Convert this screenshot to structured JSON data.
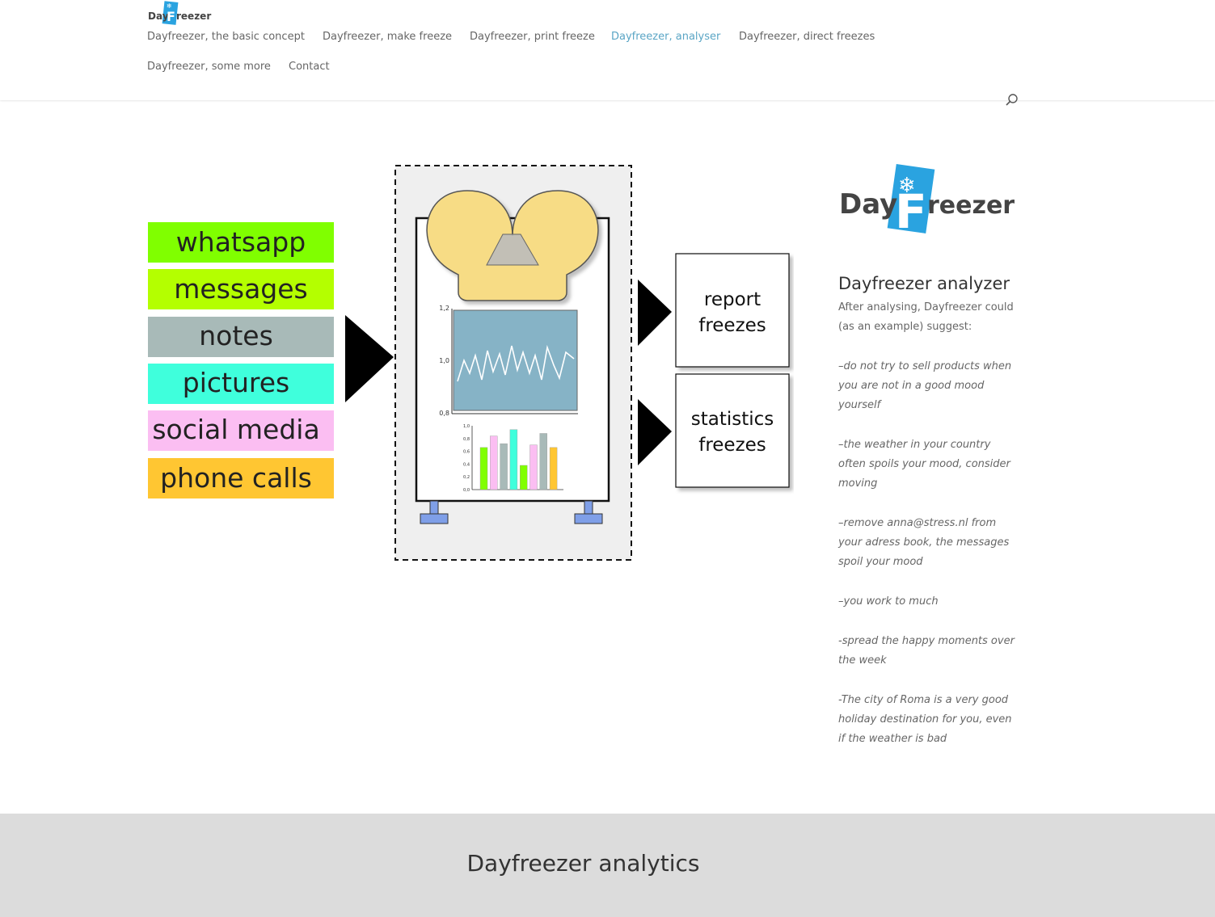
{
  "brand": {
    "logo_text_small": "DayFreezer",
    "logo_day": "Day",
    "logo_f": "F",
    "logo_rest": "reezer",
    "accent_blue": "#2aa3e0",
    "nav_active_color": "#5aa5c5"
  },
  "nav": {
    "items": [
      {
        "label": "Dayfreezer, the basic concept"
      },
      {
        "label": "Dayfreezer, make freeze"
      },
      {
        "label": "Dayfreezer, print freeze"
      },
      {
        "label": "Dayfreezer, analyser"
      },
      {
        "label": "Dayfreezer, direct freezes"
      },
      {
        "label": "Dayfreezer, some more"
      },
      {
        "label": "Contact"
      }
    ],
    "active_index": 3
  },
  "search": {
    "icon": "search-icon"
  },
  "diagram": {
    "sources": [
      {
        "label": "whatsapp",
        "color": "#80ff00"
      },
      {
        "label": "messages",
        "color": "#b4ff00"
      },
      {
        "label": "notes",
        "color": "#a8bab8"
      },
      {
        "label": "pictures",
        "color": "#3fffdc"
      },
      {
        "label": "social media",
        "color": "#fbbef2"
      },
      {
        "label": "phone calls",
        "color": "#ffc632"
      }
    ],
    "outputs": [
      {
        "line1": "report",
        "line2": "freezes"
      },
      {
        "line1": "statistics",
        "line2": "freezes"
      }
    ],
    "line_chart_ticks": [
      "1,2",
      "1,0",
      "0,8"
    ],
    "bar_chart_ticks": [
      "1,0",
      "0,8",
      "0,6",
      "0,4",
      "0,2",
      "0,0"
    ],
    "bar_chart_values": [
      0.66,
      0.84,
      0.72,
      0.94,
      0.38,
      0.7,
      0.88,
      0.66
    ],
    "bar_chart_colors": [
      "#80ff00",
      "#fbbef2",
      "#a8bab8",
      "#3fffdc",
      "#80ff00",
      "#fbbef2",
      "#a8bab8",
      "#ffc632"
    ]
  },
  "sidebar": {
    "title": "Dayfreezer analyzer",
    "intro": "After analysing, Dayfreezer could (as an example) suggest:",
    "suggestions": [
      "–do not try to sell products when you are not in a good mood yourself",
      "–the weather in your country often spoils your mood, consider moving",
      "–remove anna@stress.nl from your adress book, the messages spoil your mood",
      "–you work to much",
      "-spread the happy moments over the week",
      "-The city of Roma is a very good holiday destination for you, even if the weather is bad"
    ]
  },
  "analytics": {
    "title": "Dayfreezer analytics"
  }
}
